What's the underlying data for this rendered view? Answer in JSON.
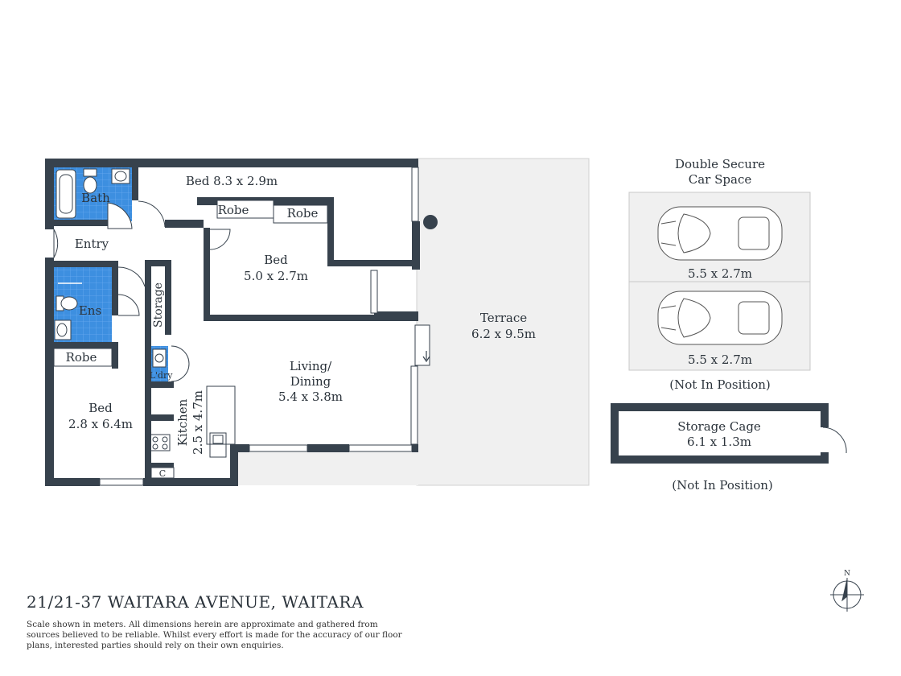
{
  "rooms": {
    "bed1": {
      "name": "Bed 8.3 x 2.9m"
    },
    "bath": {
      "name": "Bath"
    },
    "robe1": {
      "name": "Robe"
    },
    "robe2": {
      "name": "Robe"
    },
    "entry": {
      "name": "Entry"
    },
    "bed2": {
      "name": "Bed",
      "dims": "5.0 x 2.7m"
    },
    "ens": {
      "name": "Ens"
    },
    "storage": {
      "name": "Storage"
    },
    "robe3": {
      "name": "Robe"
    },
    "laundry": {
      "name": "L'dry"
    },
    "living": {
      "name": "Living/",
      "name2": "Dining",
      "dims": "5.4 x 3.8m"
    },
    "bed3": {
      "name": "Bed",
      "dims": "2.8 x 6.4m"
    },
    "kitchen": {
      "name": "Kitchen",
      "dims": "2.5 x 4.7m"
    },
    "cupboard": {
      "name": "C"
    },
    "terrace": {
      "name": "Terrace",
      "dims": "6.2 x 9.5m"
    }
  },
  "car_space": {
    "title1": "Double Secure",
    "title2": "Car Space",
    "space1": "5.5 x 2.7m",
    "space2": "5.5 x 2.7m",
    "note": "(Not In Position)"
  },
  "storage_cage": {
    "name": "Storage Cage",
    "dims": "6.1 x 1.3m",
    "note": "(Not In Position)"
  },
  "compass": {
    "label": "N"
  },
  "colors": {
    "wall": "#37424d",
    "wet": "#3d8fe0",
    "terrace": "#f0f0f0"
  },
  "address": "21/21-37 WAITARA AVENUE, WAITARA",
  "disclaimer": "Scale shown in meters. All dimensions herein are approximate and gathered from sources believed to be  reliable. Whilst every effort is made for the accuracy of our floor plans, interested parties should rely on their own enquiries."
}
